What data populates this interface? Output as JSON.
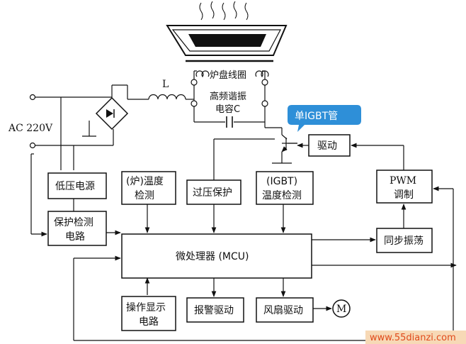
{
  "colors": {
    "line": "#111111",
    "callout_bg": "#2e8fd8",
    "watermark_bg": "#f7d9b6",
    "watermark_text": "#e04a1a"
  },
  "labels": {
    "coil": "炉盘线圈",
    "resonant_cap_line1": "高频谐振",
    "resonant_cap_line2": "电容C",
    "inductor": "L",
    "ac_source": "AC 220V",
    "igbt_callout": "单IGBT管",
    "drive": "驱动",
    "low_voltage_power": "低压电源",
    "pan_temp_line1": "(炉)温度",
    "pan_temp_line2": "检测",
    "overvoltage": "过压保护",
    "igbt_temp_line1": "(IGBT)",
    "igbt_temp_line2": "温度检测",
    "pwm_line1": "PWM",
    "pwm_line2": "调制",
    "protect_line1": "保护检测",
    "protect_line2": "电路",
    "sync_osc": "同步振荡",
    "mcu": "微处理器 (MCU)",
    "display_line1": "操作显示",
    "display_line2": "电路",
    "alarm_drive": "报警驱动",
    "fan_drive": "风扇驱动",
    "motor": "M",
    "watermark": "www.55dianzi.com"
  },
  "icons": [
    "steam-icon",
    "pot-icon",
    "bridge-rectifier-icon",
    "inductor-icon",
    "capacitor-icon",
    "igbt-transistor-icon",
    "motor-icon"
  ]
}
